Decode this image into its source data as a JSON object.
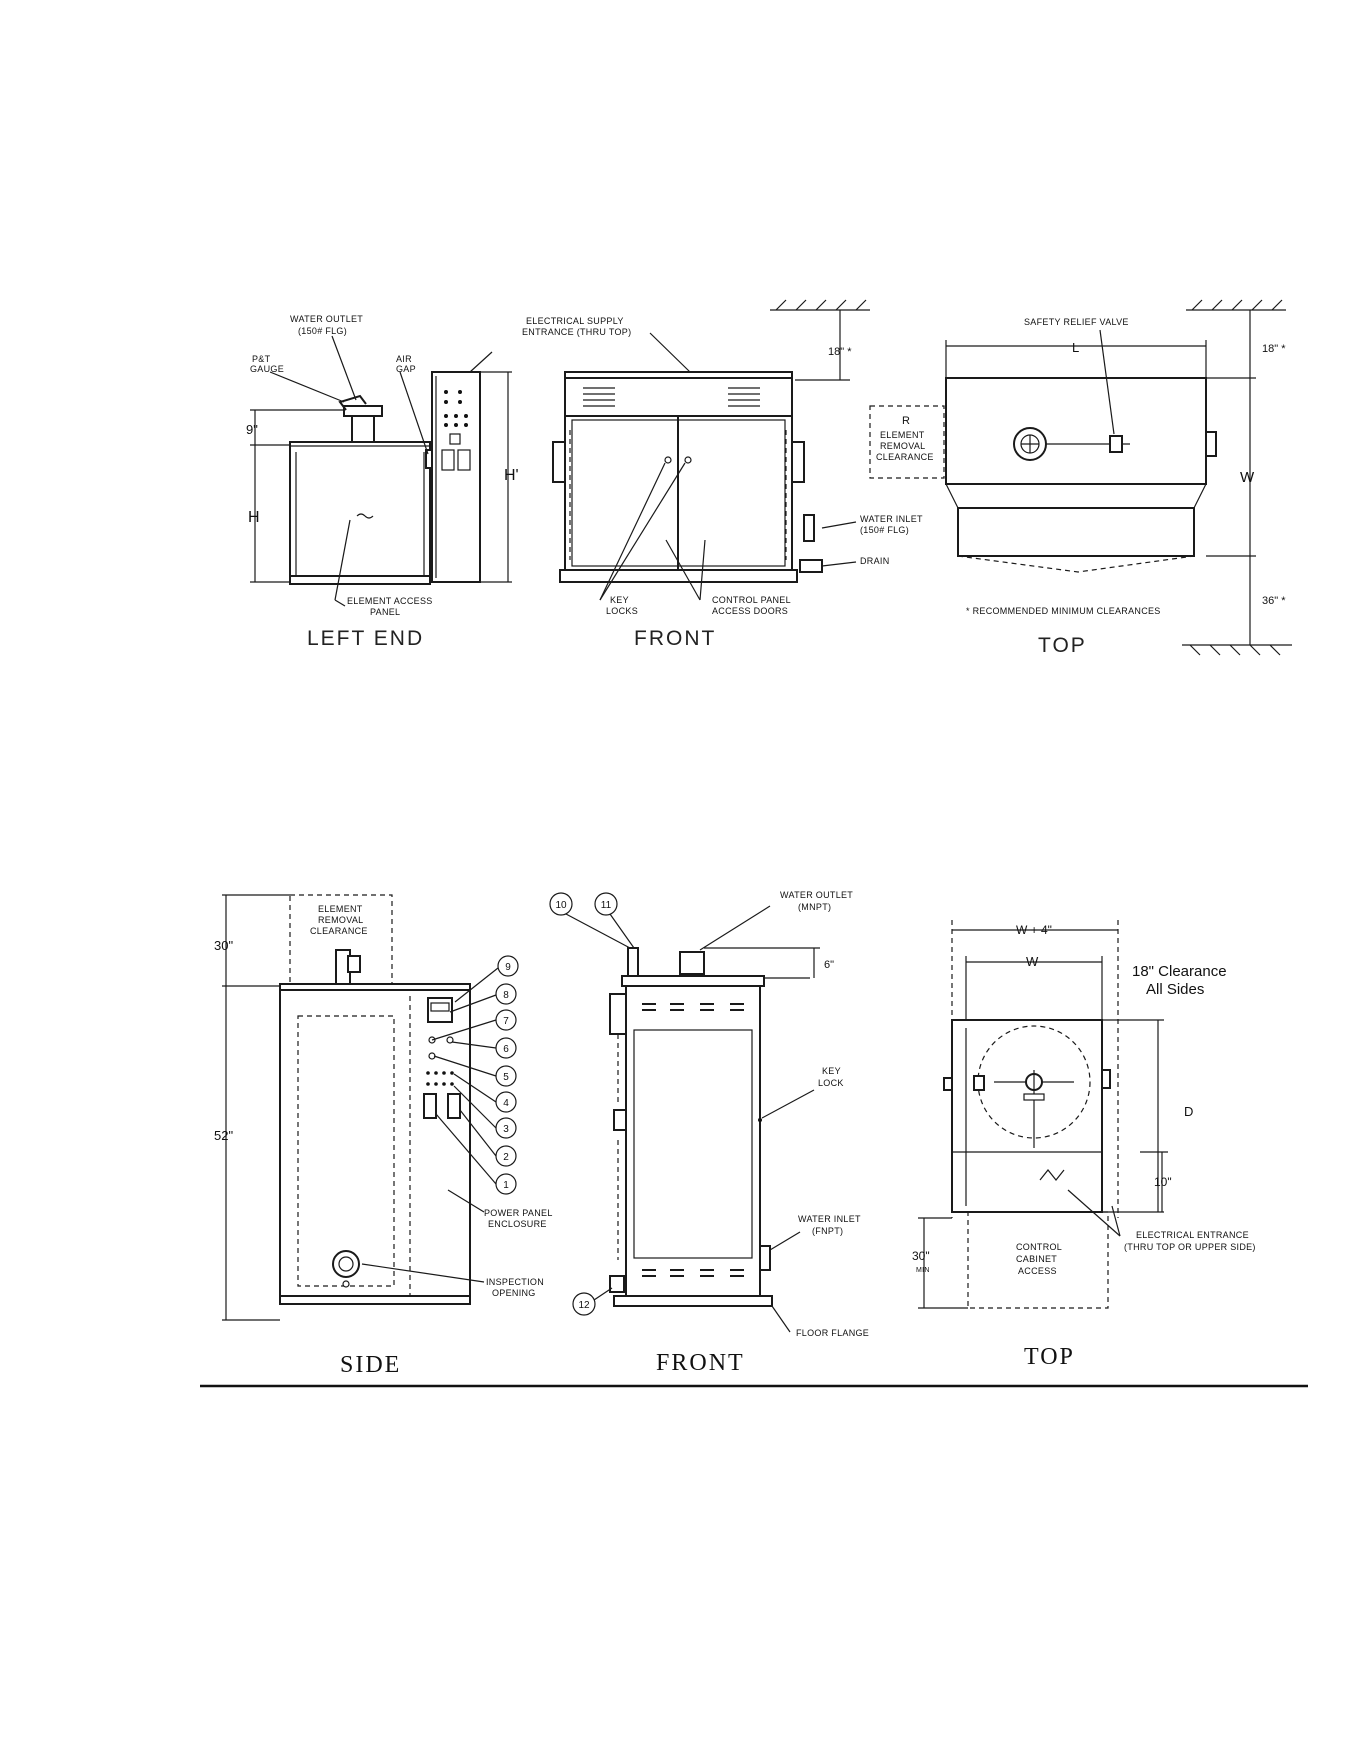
{
  "figure_top": {
    "captions": {
      "left_end": "LEFT END",
      "front": "FRONT",
      "top": "TOP"
    },
    "labels": {
      "water_outlet_1": "WATER OUTLET",
      "water_outlet_2": "(150# FLG)",
      "pt_gauge_1": "P&T",
      "pt_gauge_2": "GAUGE",
      "air_gap_1": "AIR",
      "air_gap_2": "GAP",
      "elec_supply_1": "ELECTRICAL SUPPLY",
      "elec_supply_2": "ENTRANCE (THRU TOP)",
      "element_access_1": "ELEMENT ACCESS",
      "element_access_2": "PANEL",
      "key_locks_1": "KEY",
      "key_locks_2": "LOCKS",
      "control_doors_1": "CONTROL PANEL",
      "control_doors_2": "ACCESS DOORS",
      "safety_relief": "SAFETY RELIEF VALVE",
      "removal_r": "R",
      "removal_1": "ELEMENT",
      "removal_2": "REMOVAL",
      "removal_3": "CLEARANCE",
      "water_inlet_1": "WATER INLET",
      "water_inlet_2": "(150# FLG)",
      "drain": "DRAIN",
      "recommended": "* RECOMMENDED MINIMUM CLEARANCES"
    },
    "dims": {
      "nine": "9\"",
      "H": "H",
      "H_prime": "H'",
      "eighteen_front": "18\" *",
      "L": "L",
      "eighteen_top": "18\" *",
      "W": "W",
      "thirtysix": "36\" *"
    }
  },
  "figure_bottom": {
    "captions": {
      "side": "SIDE",
      "front": "FRONT",
      "top": "TOP"
    },
    "labels": {
      "removal_1": "ELEMENT",
      "removal_2": "REMOVAL",
      "removal_3": "CLEARANCE",
      "power_panel_1": "POWER PANEL",
      "power_panel_2": "ENCLOSURE",
      "inspection_1": "INSPECTION",
      "inspection_2": "OPENING",
      "water_outlet_1": "WATER OUTLET",
      "water_outlet_2": "(MNPT)",
      "key_lock_1": "KEY",
      "key_lock_2": "LOCK",
      "water_inlet_1": "WATER INLET",
      "water_inlet_2": "(FNPT)",
      "floor_flange": "FLOOR FLANGE",
      "clearance_1": "18\" Clearance",
      "clearance_2": "All Sides",
      "elec_entrance_1": "ELECTRICAL ENTRANCE",
      "elec_entrance_2": "(THRU TOP OR UPPER SIDE)",
      "control_1": "CONTROL",
      "control_2": "CABINET",
      "control_3": "ACCESS"
    },
    "dims": {
      "thirty": "30\"",
      "fiftytwo": "52\"",
      "six": "6\"",
      "w_plus_4": "W + 4\"",
      "w": "W",
      "d": "D",
      "ten": "10\"",
      "thirty_min": "30\"",
      "min": "MIN"
    },
    "callouts": [
      "1",
      "2",
      "3",
      "4",
      "5",
      "6",
      "7",
      "8",
      "9",
      "10",
      "11",
      "12"
    ]
  }
}
